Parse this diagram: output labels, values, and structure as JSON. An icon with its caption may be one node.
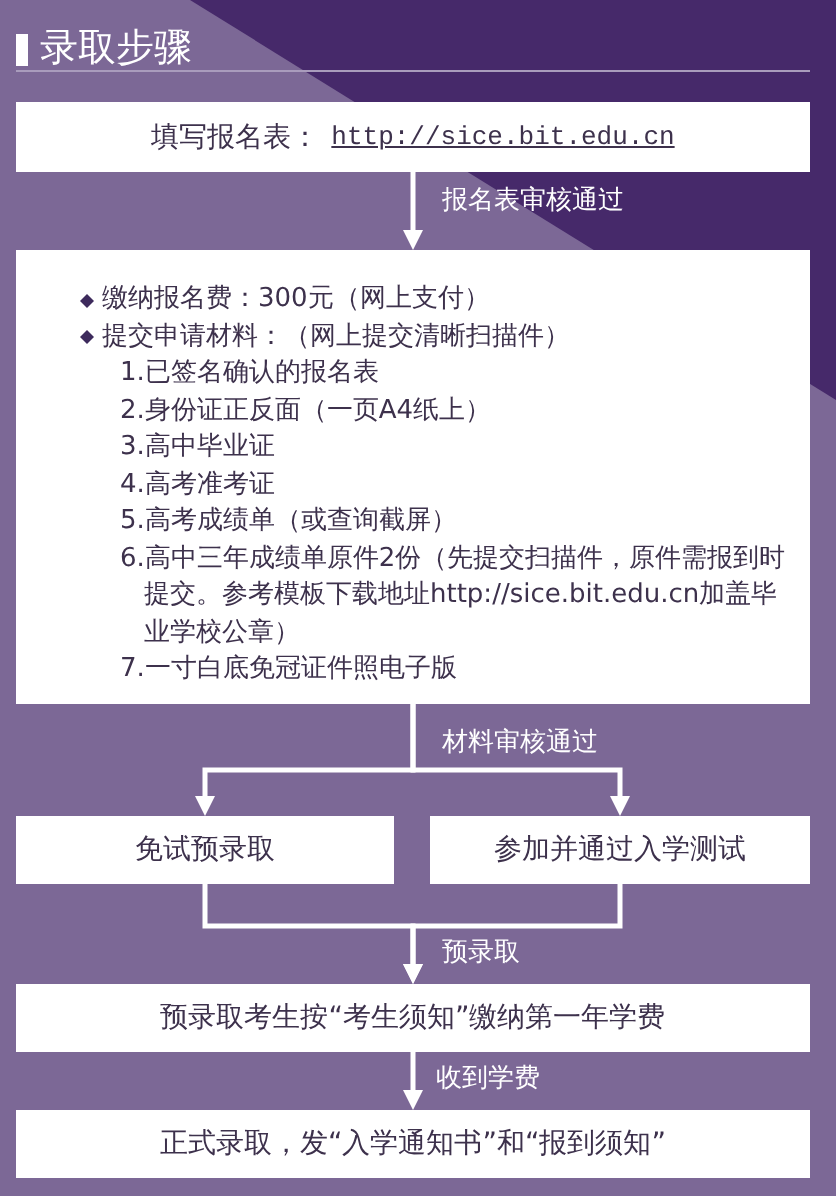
{
  "diagram": {
    "title": "录取步骤",
    "nodes": [
      {
        "text": [
          "填写报名表：",
          "http://sice.bit.edu.cn"
        ]
      },
      {
        "text": [
          "缴纳报名费：300元（网上支付）",
          "提交申请材料：（网上提交清晰扫描件）",
          "1.已签名确认的报名表",
          "2.身份证正反面（一页A4纸上）",
          "3.高中毕业证",
          "4.高考准考证",
          "5.高考成绩单（或查询截屏）",
          "6.高中三年成绩单原件2份（先提交扫描件，原件需报到时提交。参考模板下载地址http://sice.bit.edu.cn加盖毕业学校公章）",
          "7.一寸白底免冠证件照电子版"
        ]
      },
      {
        "text": [
          "免试预录取"
        ]
      },
      {
        "text": [
          "参加并通过入学测试"
        ]
      },
      {
        "text": [
          "预录取考生按“考生须知”缴纳第一年学费"
        ]
      },
      {
        "text": [
          "正式录取，发“入学通知书”和“报到须知”"
        ]
      }
    ],
    "edges": [
      {
        "from": 0,
        "to": 1,
        "arrow": "to",
        "label": "报名表审核通过"
      },
      {
        "from": 1,
        "to": 2,
        "arrow": "to",
        "label": "材料审核通过"
      },
      {
        "from": 1,
        "to": 3,
        "arrow": "to"
      },
      {
        "from": 2,
        "to": 4,
        "arrow": "to",
        "label": "预录取"
      },
      {
        "from": 3,
        "to": 4,
        "arrow": "to"
      },
      {
        "from": 4,
        "to": 5,
        "arrow": "to",
        "label": "收到学费"
      }
    ]
  }
}
